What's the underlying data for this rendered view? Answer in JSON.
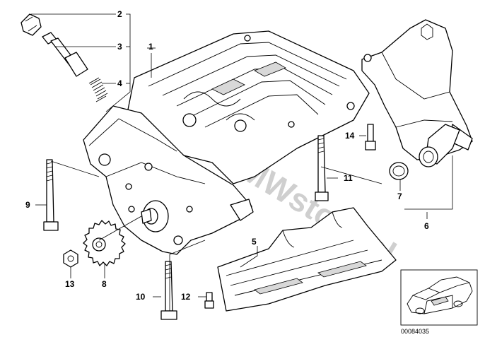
{
  "diagram": {
    "watermark": "www.BMWstore.pl",
    "reference_number": "00084035",
    "callouts": [
      "1",
      "2",
      "3",
      "4",
      "5",
      "6",
      "7",
      "8",
      "9",
      "10",
      "11",
      "12",
      "13",
      "14"
    ]
  }
}
